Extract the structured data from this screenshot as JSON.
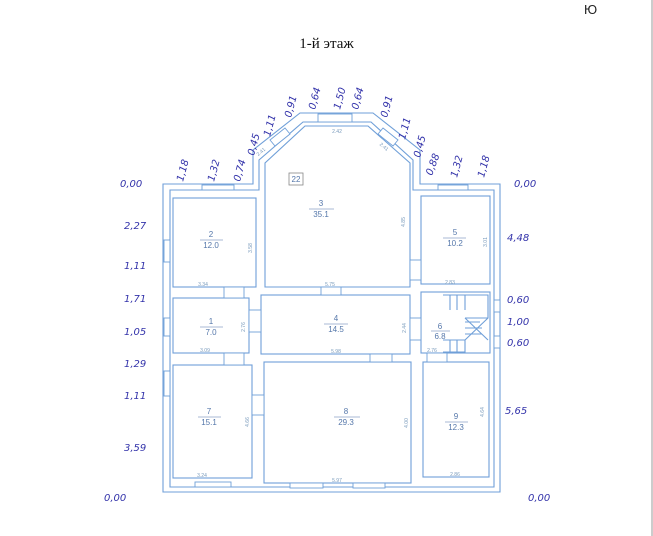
{
  "title": "1-й этаж",
  "north_label": "Ю",
  "plan_tag": "22",
  "rooms": [
    {
      "number": "1",
      "area": "7.0"
    },
    {
      "number": "2",
      "area": "12.0"
    },
    {
      "number": "3",
      "area": "35.1"
    },
    {
      "number": "4",
      "area": "14.5"
    },
    {
      "number": "5",
      "area": "10.2"
    },
    {
      "number": "6",
      "area": "6.8"
    },
    {
      "number": "7",
      "area": "15.1"
    },
    {
      "number": "8",
      "area": "29.3"
    },
    {
      "number": "9",
      "area": "12.3"
    }
  ],
  "dimensions": [
    "2.42",
    "2.41",
    "2.41",
    "3.34",
    "3.58",
    "5.75",
    "4.85",
    "3.01",
    "2.83",
    "2.76",
    "3.09",
    "5.98",
    "2.44",
    "2.76",
    "4.66",
    "3.24",
    "5.97",
    "4.00",
    "4.64",
    "2.86"
  ],
  "annotations": {
    "left": [
      "0,00",
      "2,27",
      "1,11",
      "1,71",
      "1,05",
      "1,29",
      "1,11",
      "3,59",
      "0,00"
    ],
    "right": [
      "0,00",
      "4,48",
      "0,60",
      "1,00",
      "0,60",
      "5,65",
      "0,00"
    ],
    "top": [
      "1,18",
      "1,32",
      "0,74",
      "0,45",
      "1,11",
      "0,91",
      "0,64",
      "1,50",
      "0,64",
      "0,91",
      "1,11",
      "0,45",
      "0,88",
      "1,32",
      "1,18"
    ]
  },
  "colors": {
    "wall": "#6f9fd8",
    "handwriting": "#3333aa"
  }
}
